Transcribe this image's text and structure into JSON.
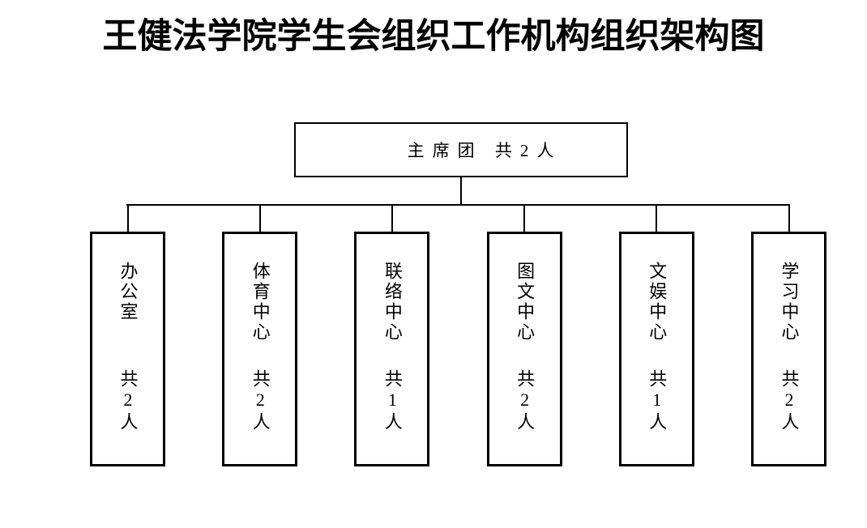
{
  "page": {
    "background_color": "#ffffff",
    "line_color": "#000000",
    "text_color": "#000000"
  },
  "title": "王健法学院学生会组织工作机构组织架构图",
  "chart": {
    "root": {
      "label": "主席团 共2人"
    },
    "departments": [
      {
        "name": "办公室",
        "count": "共2人"
      },
      {
        "name": "体育中心",
        "count": "共2人"
      },
      {
        "name": "联络中心",
        "count": "共1人"
      },
      {
        "name": "图文中心",
        "count": "共2人"
      },
      {
        "name": "文娱中心",
        "count": "共1人"
      },
      {
        "name": "学习中心",
        "count": "共2人"
      }
    ]
  }
}
